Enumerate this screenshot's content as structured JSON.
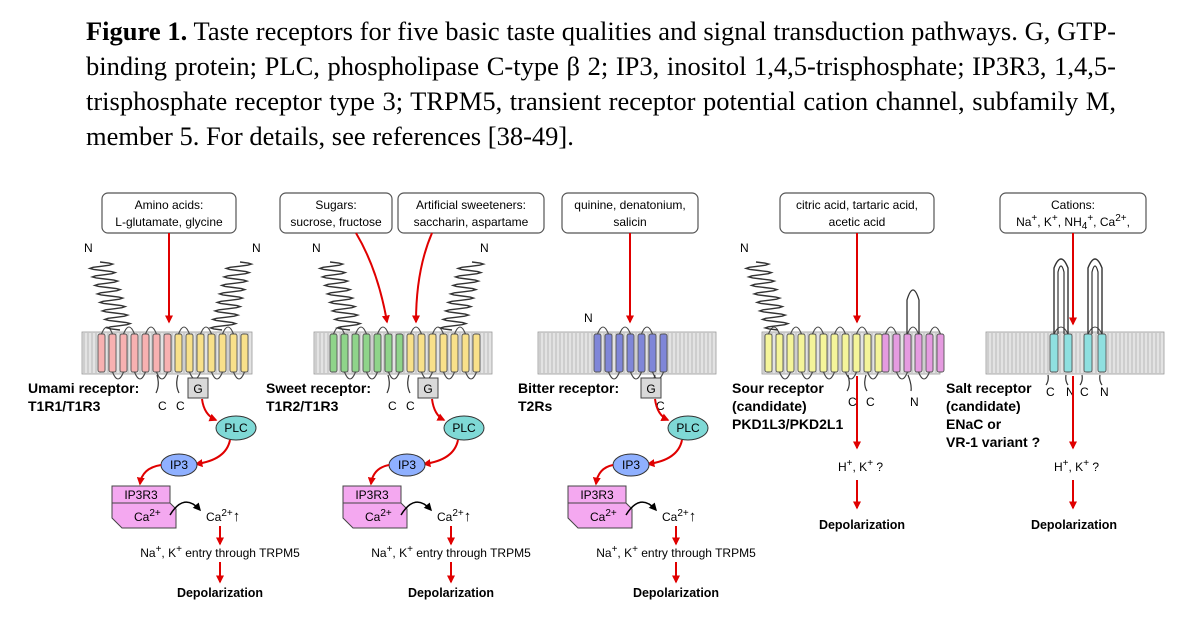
{
  "caption": {
    "label": "Figure 1.",
    "text": " Taste receptors for five basic taste qualities and signal transduction pathways. G, GTP-binding protein; PLC, phospholipase C-type β 2; IP3, inositol 1,4,5-trisphosphate; IP3R3, 1,4,5-trisphosphate receptor type 3; TRPM5, transient receptor potential cation channel, subfamily M, member 5. For details, see references [38-49]."
  },
  "colors": {
    "arrow": "#e00000",
    "umami_t1r1": "#f7b1b1",
    "shared_t1r3": "#f8e08a",
    "sweet_t1r2": "#8fd48a",
    "bitter_t2r": "#7f86d8",
    "sour_pkd1l3": "#f4f49a",
    "sour_pkd2l1": "#e59be0",
    "salt_enac": "#8fe0e0",
    "g_protein": "#d9d9d9",
    "plc": "#7fd9d6",
    "ip3": "#8fb0ff",
    "ip3r3": "#f4a8f0"
  },
  "ligands": {
    "umami": {
      "title": "Amino acids:",
      "sub": "L-glutamate, glycine"
    },
    "sweet_sugars": {
      "title": "Sugars:",
      "sub": "sucrose, fructose"
    },
    "sweet_artificial": {
      "title": "Artificial sweeteners:",
      "sub": "saccharin, aspartame"
    },
    "bitter": {
      "line1": "quinine, denatonium,",
      "line2": "salicin"
    },
    "sour": {
      "line1": "citric acid, tartaric acid,",
      "line2": "acetic acid"
    },
    "salt": {
      "title": "Cations:",
      "sub_parts": [
        "Na",
        "+",
        ", K",
        "+",
        ", NH",
        "4",
        "+",
        ", Ca",
        "2+",
        ","
      ]
    }
  },
  "receptors": {
    "umami": {
      "line1": "Umami receptor:",
      "line2": "T1R1/T1R3"
    },
    "sweet": {
      "line1": "Sweet receptor:",
      "line2": "T1R2/T1R3"
    },
    "bitter": {
      "line1": "Bitter receptor:",
      "line2": "T2Rs"
    },
    "sour": {
      "line1": "Sour receptor",
      "line2": "(candidate)",
      "line3": "PKD1L3/PKD2L1"
    },
    "salt": {
      "line1": "Salt receptor",
      "line2": "(candidate)",
      "line3": "ENaC or",
      "line4": "VR-1 variant ?"
    }
  },
  "terminals": {
    "n": "N",
    "c": "C"
  },
  "pathway": {
    "g": "G",
    "plc": "PLC",
    "ip3": "IP3",
    "ip3r3": "IP3R3",
    "ca": "Ca",
    "ca_sup": "2+",
    "up_arrow": "↑",
    "entry_parts": [
      "Na",
      "+",
      ", K",
      "+",
      " entry through TRPM5"
    ],
    "ion_parts": [
      "H",
      "+",
      ", K",
      "+",
      " ?"
    ],
    "depolarization": "Depolarization"
  }
}
